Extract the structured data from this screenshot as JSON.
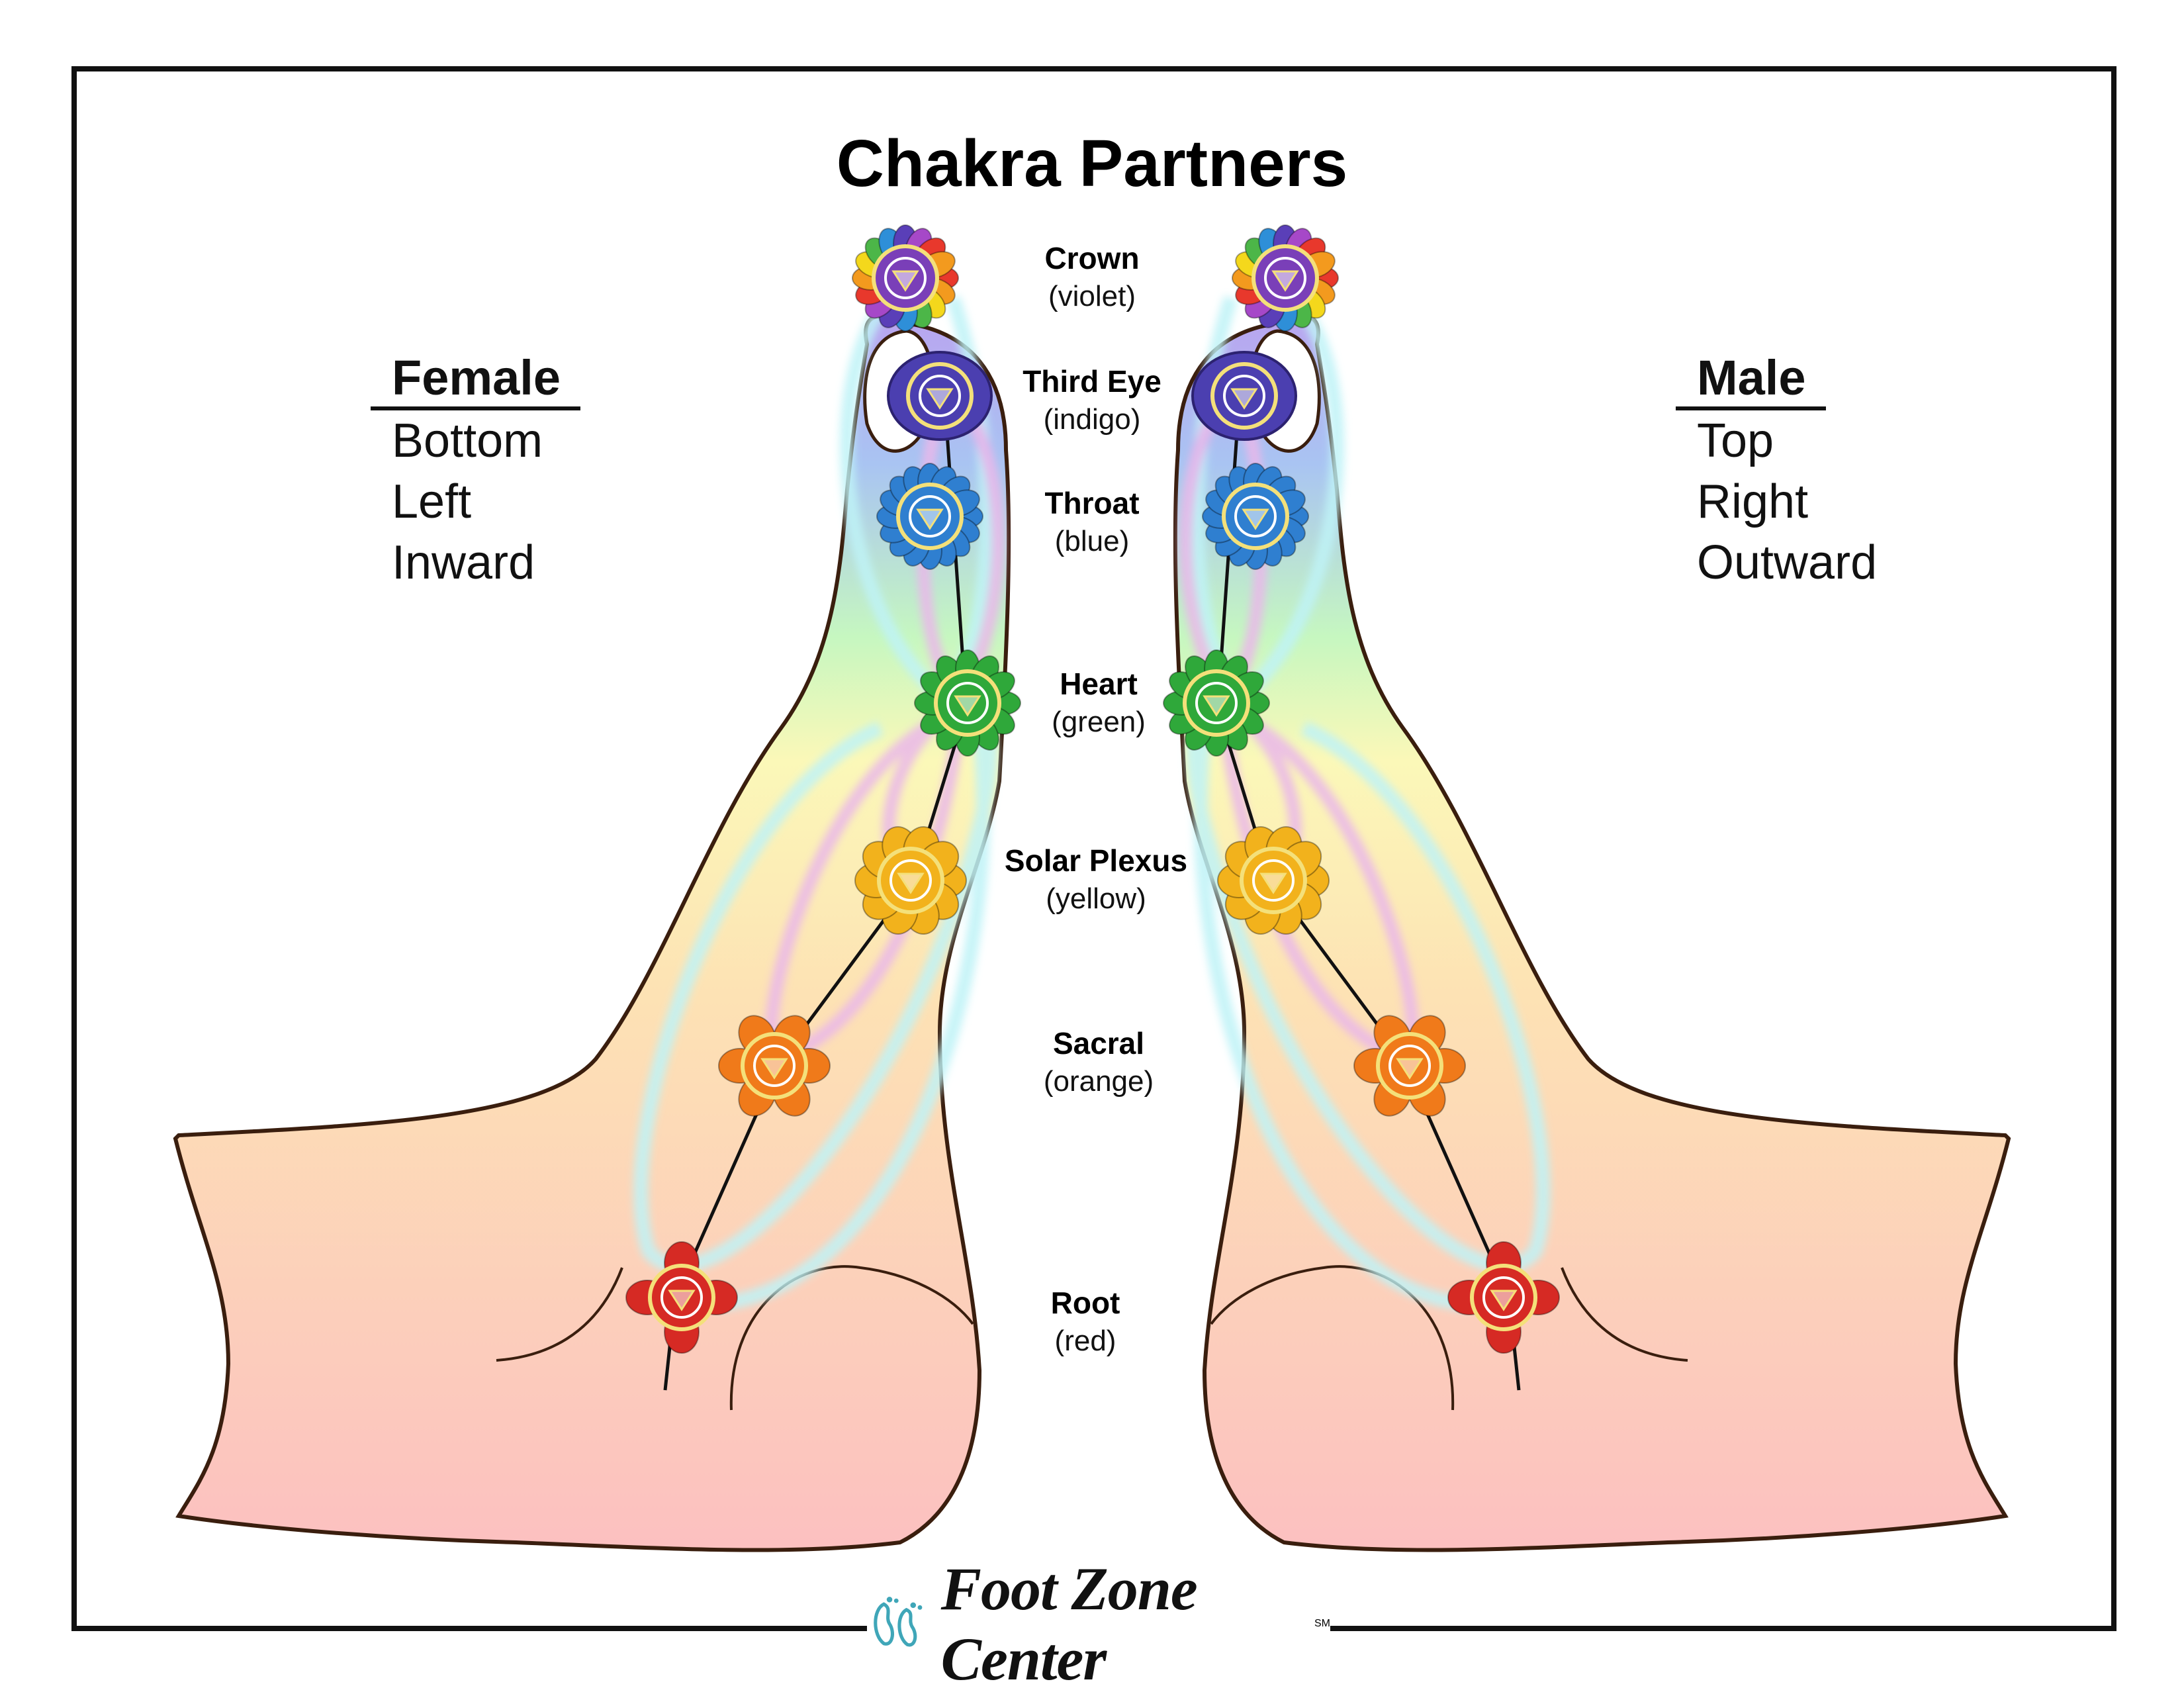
{
  "title": "Chakra Partners",
  "female": {
    "heading": "Female",
    "items": [
      "Bottom",
      "Left",
      "Inward"
    ]
  },
  "male": {
    "heading": "Male",
    "items": [
      "Top",
      "Right",
      "Outward"
    ]
  },
  "chakras": [
    {
      "name": "Crown",
      "color_name": "(violet)",
      "color": "#8e3fc6"
    },
    {
      "name": "Third Eye",
      "color_name": "(indigo)",
      "color": "#4b3fb0"
    },
    {
      "name": "Throat",
      "color_name": "(blue)",
      "color": "#2f7fd0"
    },
    {
      "name": "Heart",
      "color_name": "(green)",
      "color": "#2fa83a"
    },
    {
      "name": "Solar Plexus",
      "color_name": "(yellow)",
      "color": "#f2b21c"
    },
    {
      "name": "Sacral",
      "color_name": "(orange)",
      "color": "#f07a1a"
    },
    {
      "name": "Root",
      "color_name": "(red)",
      "color": "#d62a24"
    }
  ],
  "brand": {
    "name": "Foot Zone Center",
    "mark": "SM"
  },
  "colors": {
    "outline": "#3a1e0e",
    "connector_glow_blue": "#bff3f7",
    "connector_glow_pink": "#eab8ea"
  }
}
